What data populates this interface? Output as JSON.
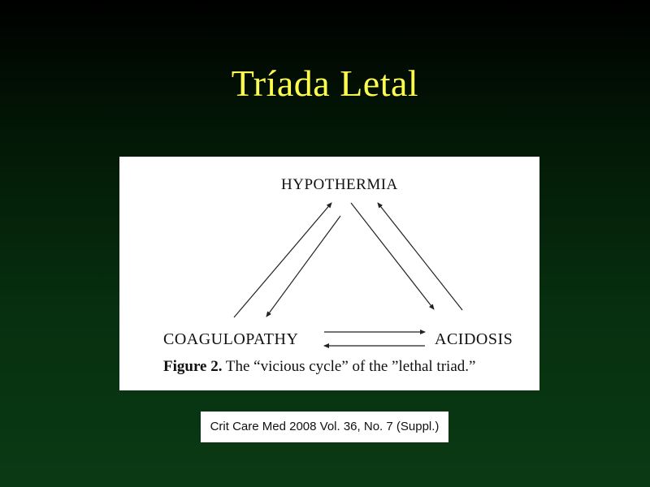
{
  "slide": {
    "title": "Tríada Letal"
  },
  "figure": {
    "nodes": {
      "top": "HYPOTHERMIA",
      "left": "COAGULOPATHY",
      "right": "ACIDOSIS"
    },
    "caption_label": "Figure 2.",
    "caption_text": " The “vicious cycle” of the ”lethal triad.”"
  },
  "citation": "Crit Care Med 2008 Vol. 36, No. 7 (Suppl.)"
}
